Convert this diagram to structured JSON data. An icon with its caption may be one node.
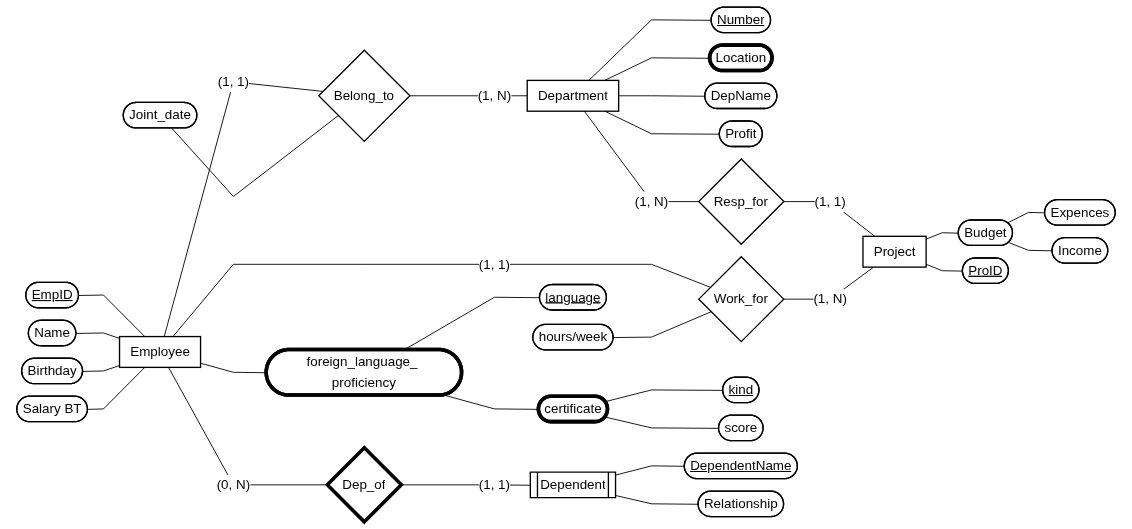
{
  "diagram": {
    "nodes": [
      {
        "text": [
          "EmpID"
        ]
      },
      {
        "text": [
          "Name"
        ]
      },
      {
        "text": [
          "Birthday"
        ]
      },
      {
        "text": [
          "Salary  BT"
        ]
      },
      {
        "text": [
          "Employee"
        ]
      },
      {
        "text": [
          "Joint_date"
        ]
      },
      {
        "text": [
          "Belong_to"
        ]
      },
      {
        "text": [
          "Number"
        ]
      },
      {
        "text": [
          "Location"
        ]
      },
      {
        "text": [
          "Department"
        ]
      },
      {
        "text": [
          "DepName"
        ]
      },
      {
        "text": [
          "Profit"
        ]
      },
      {
        "text": [
          "hours/week"
        ]
      },
      {
        "text": [
          "Resp_for"
        ]
      },
      {
        "text": [
          "foreign_language_ proficiency"
        ]
      },
      {
        "text": [
          "Work_for"
        ]
      },
      {
        "text": [
          "Expences"
        ]
      },
      {
        "text": [
          "Dep_of"
        ]
      },
      {
        "text": [
          "language"
        ]
      },
      {
        "text": [
          "certificate"
        ]
      },
      {
        "text": [
          "Project"
        ]
      },
      {
        "text": [
          "Budget"
        ]
      },
      {
        "text": [
          "kind"
        ]
      },
      {
        "text": [
          "score"
        ]
      },
      {
        "text": [
          "Income"
        ]
      },
      {
        "text": [
          "ProID"
        ]
      },
      {
        "text": [
          "Dependent"
        ]
      },
      {
        "text": [
          "DependentName"
        ]
      },
      {
        "text": [
          "Relationship"
        ]
      }
    ],
    "edges": [
      {
        "from": 0,
        "to": 4,
        "arrow": "none"
      },
      {
        "from": 1,
        "to": 4,
        "arrow": "none"
      },
      {
        "from": 2,
        "to": 4,
        "arrow": "none"
      },
      {
        "from": 3,
        "to": 4,
        "arrow": "none"
      },
      {
        "from": 4,
        "to": 6,
        "arrow": "none",
        "label": "(1, 1)"
      },
      {
        "from": 5,
        "to": 6,
        "arrow": "none"
      },
      {
        "from": 6,
        "to": 9,
        "arrow": "none",
        "label": "(1, N)"
      },
      {
        "from": 9,
        "to": 7,
        "arrow": "none"
      },
      {
        "from": 9,
        "to": 8,
        "arrow": "none"
      },
      {
        "from": 9,
        "to": 10,
        "arrow": "none"
      },
      {
        "from": 9,
        "to": 11,
        "arrow": "none"
      },
      {
        "from": 9,
        "to": 13,
        "arrow": "none",
        "label": "(1, N)"
      },
      {
        "from": 13,
        "to": 20,
        "arrow": "none",
        "label": "(1, 1)"
      },
      {
        "from": 4,
        "to": 15,
        "arrow": "none",
        "label": "(1, 1)"
      },
      {
        "from": 12,
        "to": 15,
        "arrow": "none"
      },
      {
        "from": 15,
        "to": 20,
        "arrow": "none",
        "label": "(1, N)"
      },
      {
        "from": 4,
        "to": 14,
        "arrow": "none"
      },
      {
        "from": 14,
        "to": 18,
        "arrow": "none"
      },
      {
        "from": 14,
        "to": 19,
        "arrow": "none"
      },
      {
        "from": 19,
        "to": 22,
        "arrow": "none"
      },
      {
        "from": 19,
        "to": 23,
        "arrow": "none"
      },
      {
        "from": 4,
        "to": 17,
        "arrow": "none",
        "label": "(0, N)"
      },
      {
        "from": 17,
        "to": 26,
        "arrow": "none",
        "label": "(1, 1)"
      },
      {
        "from": 26,
        "to": 27,
        "arrow": "none"
      },
      {
        "from": 26,
        "to": 28,
        "arrow": "none"
      },
      {
        "from": 20,
        "to": 21,
        "arrow": "none"
      },
      {
        "from": 21,
        "to": 16,
        "arrow": "none"
      },
      {
        "from": 21,
        "to": 24,
        "arrow": "none"
      },
      {
        "from": 20,
        "to": 25,
        "arrow": "none"
      }
    ]
  }
}
